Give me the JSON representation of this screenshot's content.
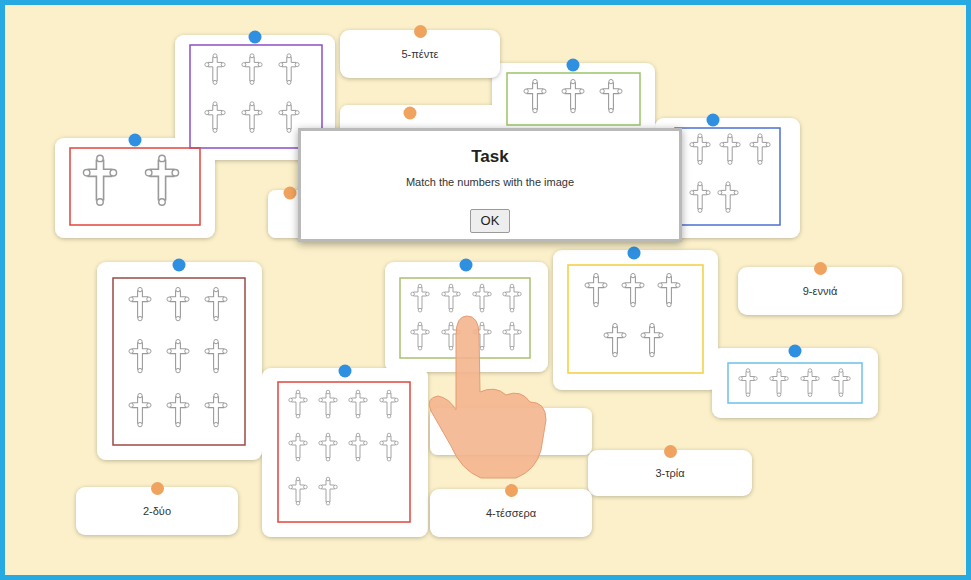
{
  "diagram": {
    "nodes": [
      {
        "text": [
          "5-πέντε"
        ]
      },
      {
        "text": [
          "Task",
          "Match the numbers with the image"
        ]
      },
      {
        "text": [
          "OK"
        ],
        "in": 1
      },
      {
        "text": [
          "9-εννιά"
        ]
      },
      {
        "text": [
          "3-τρία"
        ]
      },
      {
        "text": [
          "2-δύο"
        ]
      },
      {
        "text": [
          "4-τέσσερα"
        ]
      }
    ]
  }
}
